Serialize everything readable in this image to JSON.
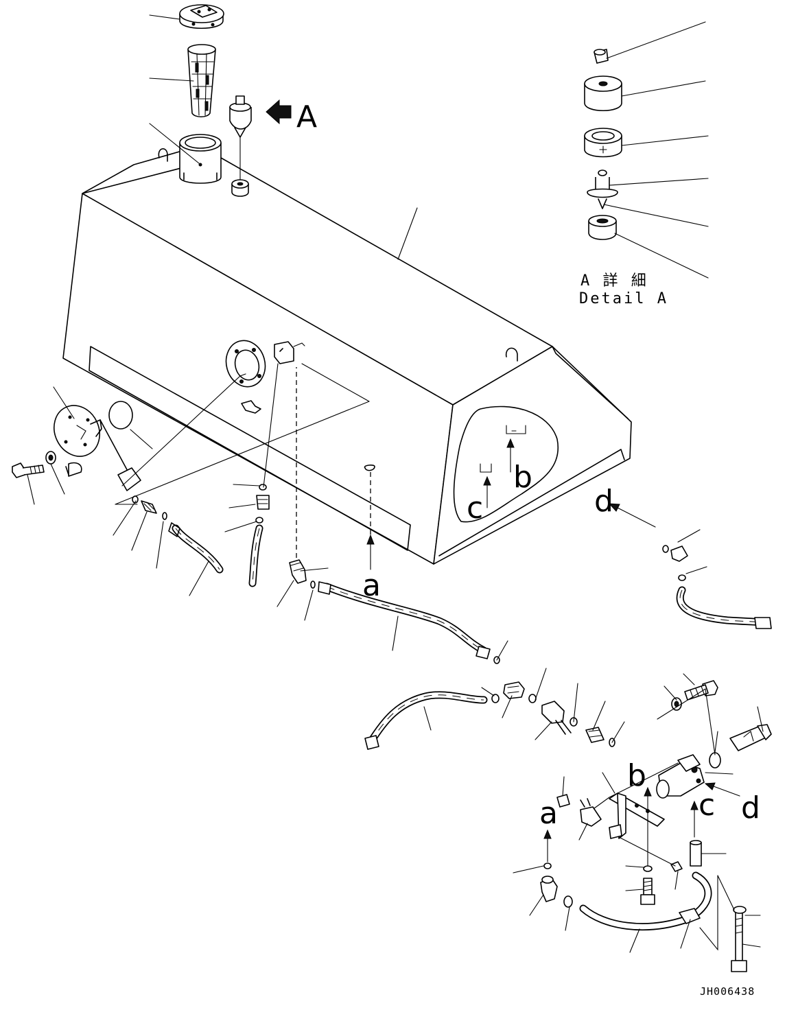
{
  "labels": {
    "view_A": "A",
    "a_tank": "a",
    "a_valve": "a",
    "b_tank": "b",
    "b_bracket": "b",
    "c_tank": "c",
    "c_valve": "c",
    "d_left": "d",
    "d_right": "d"
  },
  "detail": {
    "title_jp": "A 詳 細",
    "title_en": "Detail A"
  },
  "drawing_code": "JH006438"
}
